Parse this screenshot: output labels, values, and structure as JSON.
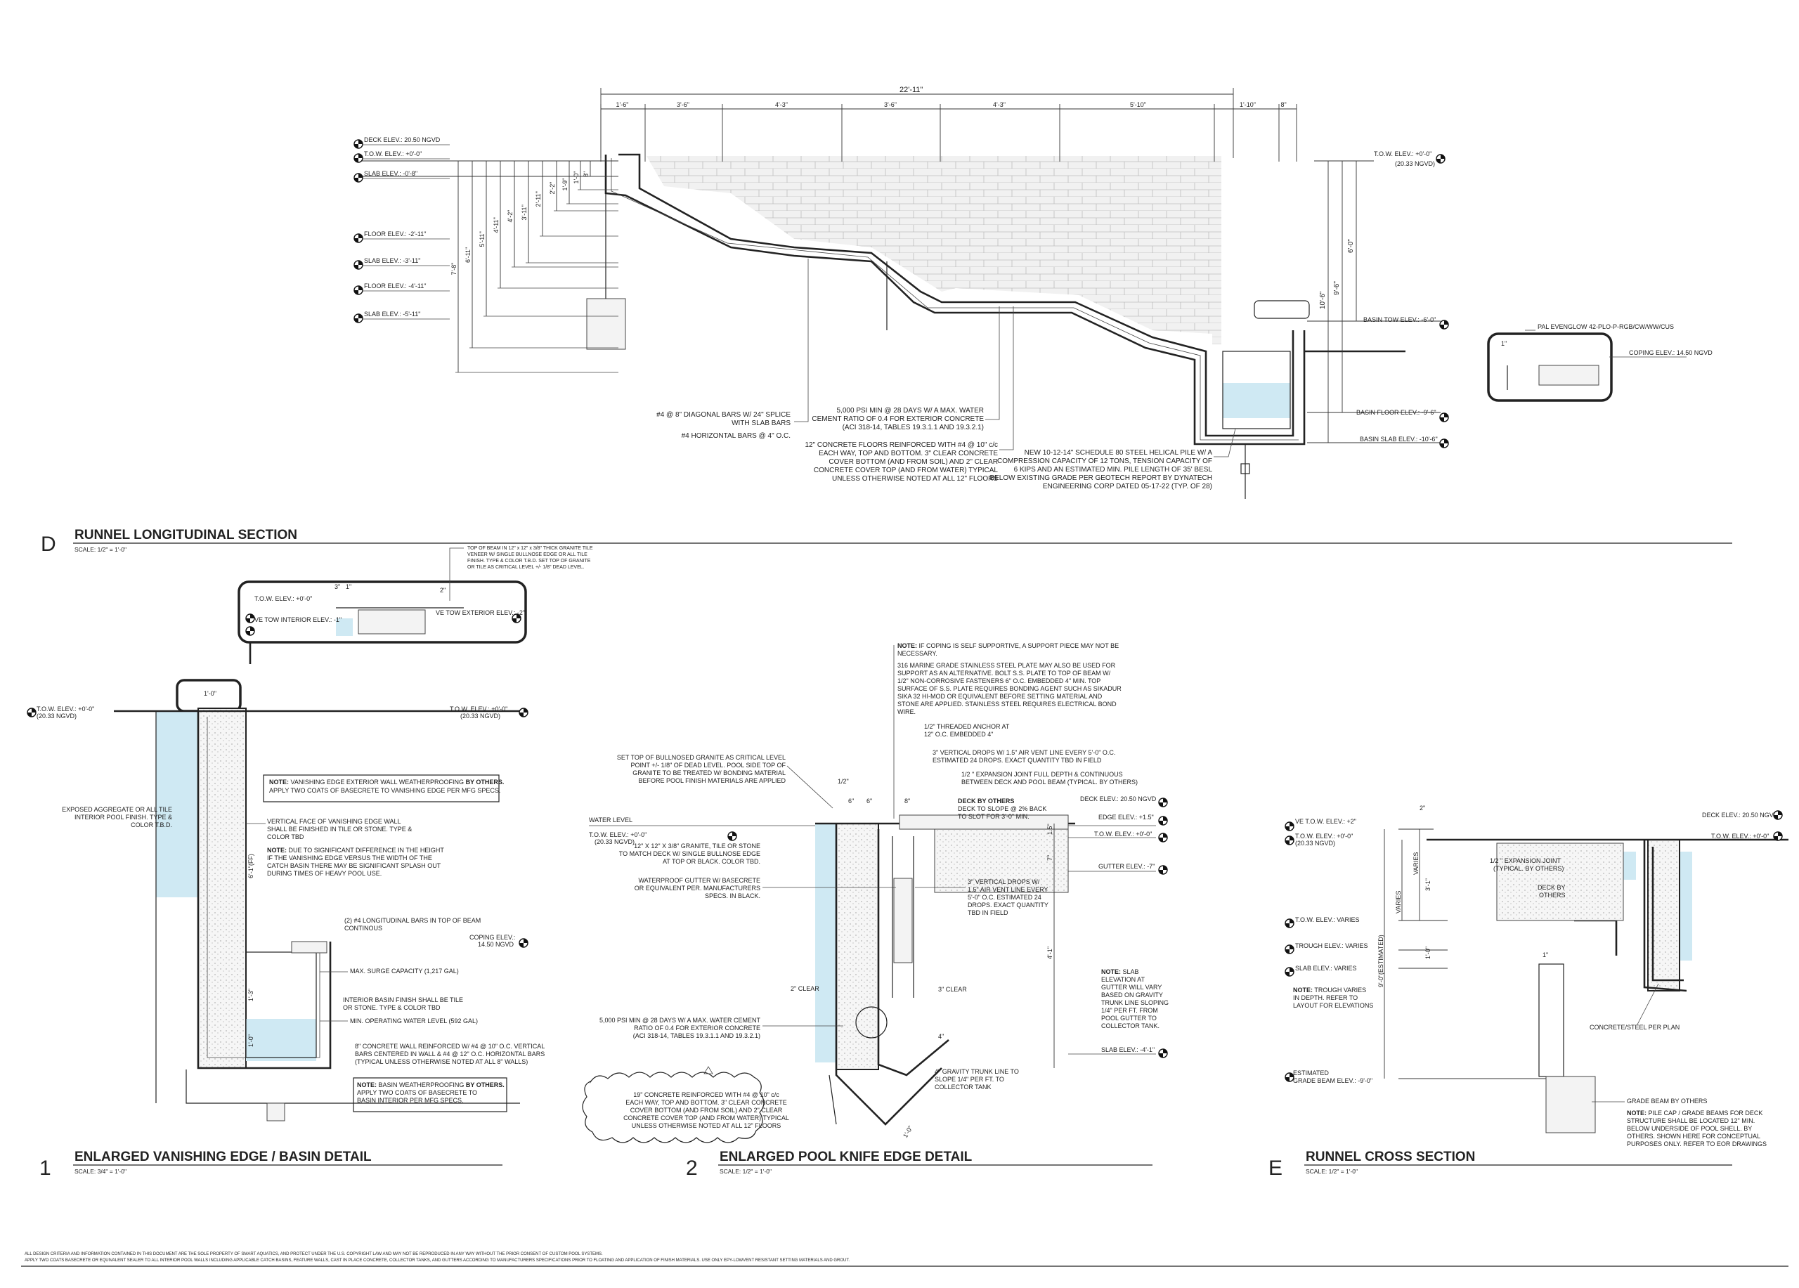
{
  "section_d": {
    "letter": "D",
    "title": "RUNNEL LONGITUDINAL SECTION",
    "scale": "SCALE: 1/2\" = 1'-0\"",
    "overall_dim": "22'-11\"",
    "top_dims": [
      "1'-6\"",
      "3'-6\"",
      "4'-3\"",
      "3'-6\"",
      "4'-3\"",
      "5'-10\"",
      "1'-10\"",
      "8\""
    ],
    "left_elevations": [
      "DECK ELEV.: 20.50 NGVD",
      "T.O.W. ELEV.: +0'-0\"",
      "SLAB ELEV.: -0'-8\"",
      "FLOOR ELEV.: -2'-11\"",
      "SLAB ELEV.: -3'-11\"",
      "FLOOR ELEV.: -4'-11\"",
      "SLAB ELEV.: -5'-11\""
    ],
    "left_vdims": [
      "7'-8\"",
      "6'-11\"",
      "5'-11\"",
      "4'-11\"",
      "4'-2\"",
      "3'-11\"",
      "2'-11\"",
      "2'-2\"",
      "1'-9\"",
      "1'-0\"",
      "8\""
    ],
    "right_elevations": [
      "T.O.W. ELEV.: +0'-0\"",
      "(20.33 NGVD)",
      "BASIN TOW ELEV.: -6'-0\"",
      "BASIN FLOOR ELEV.: -9'-6\"",
      "BASIN SLAB ELEV.: -10'-6\""
    ],
    "right_vdims": [
      "6'-0\"",
      "9'-6\"",
      "10'-6\""
    ],
    "fixture_label": "PAL EVENGLOW 42-PLO-P-RGB/CW/WW/CUS",
    "fixture_elev": "COPING ELEV.: 14.50 NGVD",
    "fixture_dim": "1\"",
    "notes": {
      "diag_bars": [
        "#4 @ 8\" DIAGONAL BARS W/ 24\" SPLICE",
        "WITH SLAB BARS"
      ],
      "horiz_bars": "#4 HORIZONTAL BARS @ 4\" O.C.",
      "psi": [
        "5,000 PSI MIN @ 28 DAYS W/ A MAX. WATER",
        "CEMENT RATIO OF 0.4 FOR EXTERIOR CONCRETE",
        "(ACI 318-14, TABLES 19.3.1.1 AND 19.3.2.1)"
      ],
      "floors": [
        "12\" CONCRETE FLOORS REINFORCED WITH #4 @ 10\" c/c",
        "EACH WAY, TOP AND BOTTOM. 3\" CLEAR CONCRETE",
        "COVER BOTTOM (AND FROM SOIL) AND 2\" CLEAR",
        "CONCRETE COVER TOP (AND FROM WATER) TYPICAL",
        "UNLESS OTHERWISE NOTED AT ALL 12\" FLOORS"
      ],
      "pile": [
        "NEW 10-12-14\" SCHEDULE 80 STEEL HELICAL PILE W/ A",
        "COMPRESSION CAPACITY OF 12 TONS, TENSION CAPACITY OF",
        "6 KIPS AND AN ESTIMATED MIN. PILE LENGTH OF 35' BESL",
        "BELOW EXISTING GRADE PER GEOTECH REPORT BY DYNATECH",
        "ENGINEERING CORP DATED 05-17-22 (TYP. OF 28)"
      ]
    }
  },
  "detail_1": {
    "number": "1",
    "title": "ENLARGED VANISHING EDGE / BASIN DETAIL",
    "scale": "SCALE: 3/4\" = 1'-0\"",
    "beam_dim": "1'-0\"",
    "inset": {
      "tow_label": "T.O.W. ELEV.: +0'-0\"",
      "ve_interior": "VE TOW INTERIOR ELEV.: -1\"",
      "ve_exterior": "VE TOW EXTERIOR ELEV.: -2\"",
      "dims": [
        "3\"",
        "1\"",
        "2\""
      ],
      "note": [
        "TOP OF BEAM IN 12\" x 12\" x 3/8\" THICK GRANITE TILE",
        "VENEER W/ SINGLE BULLNOSE EDGE OR ALL TILE",
        "FINISH. TYPE & COLOR T.B.D. SET TOP OF GRANITE",
        "OR TILE AS CRITICAL LEVEL +/- 1/8\" DEAD LEVEL."
      ]
    },
    "tow_left": [
      "T.O.W. ELEV.: +0'-0\"",
      "(20.33 NGVD)"
    ],
    "tow_right": [
      "T.O.W. ELEV.: +0'-0\"",
      "(20.33 NGVD)"
    ],
    "weatherproof_note": {
      "bold": "NOTE:",
      "boldtail": "BY OTHERS.",
      "text": [
        "VANISHING EDGE EXTERIOR WALL WEATHERPROOFING",
        "APPLY TWO COATS OF BASECRETE TO VANISHING EDGE PER MFG SPECS."
      ]
    },
    "exposed_agg": [
      "EXPOSED AGGREGATE OR ALL TILE",
      "INTERIOR POOL FINISH. TYPE &",
      "COLOR T.B.D."
    ],
    "vertical_face": [
      "VERTICAL FACE OF VANISHING EDGE WALL",
      "SHALL BE FINISHED IN TILE OR STONE. TYPE &",
      "COLOR TBD"
    ],
    "height_note": {
      "bold": "NOTE:",
      "text": [
        "DUE TO SIGNIFICANT DIFFERENCE IN THE HEIGHT",
        "IF THE VANISHING EDGE VERSUS THE WIDTH OF THE",
        "CATCH BASIN THERE MAY BE SIGNIFICANT SPLASH OUT",
        "DURING TIMES OF HEAVY POOL USE."
      ]
    },
    "vdims": [
      "6'-1\"(FF)",
      "1'-3\"",
      "1'-0\""
    ],
    "long_bars": [
      "(2) #4 LONGITUDINAL BARS IN TOP OF BEAM",
      "CONTINOUS"
    ],
    "coping": [
      "COPING ELEV.:",
      "14.50 NGVD"
    ],
    "surge": "MAX. SURGE CAPACITY (1,217 GAL)",
    "basin_finish": [
      "INTERIOR BASIN FINISH SHALL BE TILE",
      "OR STONE. TYPE & COLOR TBD"
    ],
    "min_water": "MIN. OPERATING WATER LEVEL (592 GAL)",
    "wall_note": [
      "8\" CONCRETE WALL REINFORCED W/ #4 @ 10\" O.C. VERTICAL",
      "BARS CENTERED IN WALL & #4 @ 12\" O.C. HORIZONTAL BARS",
      "(TYPICAL UNLESS OTHERWISE NOTED AT ALL 8\" WALLS)"
    ],
    "basin_note": {
      "bold": "NOTE:",
      "boldtail": "BY OTHERS.",
      "text": [
        "BASIN WEATHERPROOFING",
        "APPLY TWO COATS OF BASECRETE TO",
        "BASIN INTERIOR PER MFG SPECS."
      ]
    }
  },
  "detail_2": {
    "number": "2",
    "title": "ENLARGED POOL KNIFE EDGE DETAIL",
    "scale": "SCALE: 1/2\" = 1'-0\"",
    "coping_note": {
      "bold": "NOTE:",
      "text": [
        "IF COPING IS SELF SUPPORTIVE, A SUPPORT PIECE MAY NOT BE",
        "NECESSARY."
      ]
    },
    "plate_note": [
      "316 MARINE GRADE STAINLESS STEEL PLATE MAY ALSO BE USED FOR",
      "SUPPORT AS AN ALTERNATIVE.  BOLT S.S. PLATE TO TOP OF BEAM W/",
      "1/2\" NON-CORROSIVE FASTENERS 6\" O.C. EMBEDDED 4\" MIN. TOP",
      "SURFACE OF S.S. PLATE REQUIRES BONDING AGENT SUCH AS SIKADUR",
      "SIKA 32 HI-MOD OR EQUIVALENT BEFORE SETTING MATERIAL AND",
      "STONE ARE APPLIED. STAINLESS STEEL REQUIRES ELECTRICAL BOND",
      "WIRE."
    ],
    "anchor": [
      "1/2\" THREADED ANCHOR AT",
      "12\" O.C. EMBEDDED 4\""
    ],
    "drops_top": [
      "3\" VERTICAL DROPS W/ 1.5\" AIR VENT LINE EVERY 5'-0\" O.C.",
      "ESTIMATED 24 DROPS. EXACT QUANTITY TBD IN FIELD"
    ],
    "granite_crit": [
      "SET TOP OF BULLNOSED GRANITE AS CRITICAL LEVEL",
      "POINT +/- 1/8\" OF DEAD LEVEL. POOL SIDE TOP OF",
      "GRANITE TO BE TREATED W/ BONDING MATERIAL",
      "BEFORE POOL FINISH MATERIALS ARE APPLIED"
    ],
    "expansion": [
      "1/2 \" EXPANSION JOINT FULL DEPTH & CONTINUOUS",
      "BETWEEN DECK AND POOL BEAM (TYPICAL. BY OTHERS)"
    ],
    "deck_by": {
      "bold": "DECK BY OTHERS",
      "text": [
        "DECK TO SLOPE @ 2% BACK",
        "TO SLOT FOR 3'-0\" MIN."
      ]
    },
    "deck_elev": "DECK ELEV.: 20.50 NGVD",
    "edge_elev": "EDGE ELEV.: +1.5\"",
    "tow_elev": "T.O.W. ELEV.: +0'-0\"",
    "gutter_elev": "GUTTER ELEV.: -7\"",
    "water_level": "WATER LEVEL",
    "tow_left": [
      "T.O.W. ELEV.: +0'-0\"",
      "(20.33 NGVD)"
    ],
    "granite_tile": [
      "12\" X 12\" X 3/8\" GRANITE, TILE OR STONE",
      "TO MATCH DECK W/ SINGLE BULLNOSE EDGE",
      "AT TOP OR BLACK. COLOR TBD."
    ],
    "gutter": [
      "WATERPROOF GUTTER W/ BASECRETE",
      "OR EQUIVALENT PER. MANUFACTURERS",
      "SPECS. IN BLACK."
    ],
    "drops_mid": [
      "3\" VERTICAL DROPS W/",
      "1.5\" AIR VENT LINE EVERY",
      "5'-0\" O.C. ESTIMATED 24",
      "DROPS. EXACT QUANTITY",
      "TBD IN FIELD"
    ],
    "dims": [
      "1/2\"",
      "6\"",
      "6\"",
      "8\"",
      "1.5\"",
      "7\"",
      "4'-1\"",
      "2\" CLEAR",
      "3\" CLEAR",
      "4\"",
      "1'-0\""
    ],
    "psi": [
      "5,000 PSI MIN @ 28 DAYS W/ A MAX. WATER CEMENT",
      "RATIO OF 0.4 FOR EXTERIOR CONCRETE",
      "(ACI 318-14, TABLES 19.3.1.1 AND 19.3.2.1)"
    ],
    "slab_note": {
      "bold": "NOTE:",
      "text": [
        "SLAB",
        "ELEVATION AT",
        "GUTTER WILL VARY",
        "BASED ON GRAVITY",
        "TRUNK LINE SLOPING",
        "1/4\" PER FT. FROM",
        "POOL GUTTER TO",
        "COLLECTOR TANK."
      ]
    },
    "slab_elev": "SLAB ELEV.: -4'-1\"",
    "trunk": [
      "4\" GRAVITY TRUNK LINE TO",
      "SLOPE 1/4\" PER FT. TO",
      "COLLECTOR TANK"
    ],
    "floor_cloud": [
      "19\" CONCRETE REINFORCED WITH #4 @ 10\" c/c",
      "EACH WAY, TOP AND BOTTOM. 3\" CLEAR CONCRETE",
      "COVER BOTTOM (AND FROM SOIL) AND 2\" CLEAR",
      "CONCRETE COVER TOP (AND FROM WATER) TYPICAL",
      "UNLESS OTHERWISE NOTED AT ALL 12\" FLOORS"
    ]
  },
  "section_e": {
    "letter": "E",
    "title": "RUNNEL CROSS SECTION",
    "scale": "SCALE: 1/2\" = 1'-0\"",
    "ve_tow": "VE T.O.W. ELEV.: +2\"",
    "tow": [
      "T.O.W. ELEV.: +0'-0\"",
      "(20.33 NGVD)"
    ],
    "deck_elev": "DECK ELEV.: 20.50 NGVD",
    "tow_right": "T.O.W. ELEV.: +0'-0\"",
    "expansion": [
      "1/2 \" EXPANSION JOINT",
      "(TYPICAL. BY OTHERS)"
    ],
    "deck_by": [
      "DECK BY",
      "OTHERS"
    ],
    "elevs": [
      "T.O.W. ELEV.: VARIES",
      "TROUGH ELEV.: VARIES",
      "SLAB ELEV.: VARIES"
    ],
    "trough_note": {
      "bold": "NOTE:",
      "text": [
        "TROUGH VARIES",
        "IN DEPTH. REFER TO",
        "LAYOUT FOR ELEVATIONS"
      ]
    },
    "dims": [
      "VARIES",
      "VARIES",
      "3'-1\"",
      "1'-0\"",
      "9'-0\"(ESTIMATED)",
      "1\"",
      "2\""
    ],
    "concrete_steel": "CONCRETE/STEEL PER PLAN",
    "grade_beam_elev": [
      "ESTIMATED",
      "GRADE BEAM ELEV.: -9'-0\""
    ],
    "grade_beam": "GRADE BEAM BY OTHERS",
    "pile_note": {
      "bold": "NOTE:",
      "text": [
        "PILE CAP / GRADE BEAMS FOR DECK",
        "STRUCTURE SHALL BE LOCATED 12\" MIN.",
        "BELOW UNDERSIDE OF POOL SHELL. BY",
        "OTHERS. SHOWN HERE FOR CONCEPTUAL",
        "PURPOSES ONLY. REFER TO EOR DRAWINGS"
      ]
    }
  },
  "footer": {
    "line1": "ALL DESIGN CRITERIA AND INFORMATION CONTAINED IN THIS DOCUMENT ARE THE SOLE PROPERTY OF SMART AQUATICS, AND PROTECT UNDER THE U.S. COPYRIGHT LAW AND MAY NOT BE REPRODUCED IN ANY WAY WITHOUT THE PRIOR CONSENT OF CUSTOM POOL SYSTEMS.",
    "line2": "APPLY TWO COATS BASECRETE OR EQUIVALENT SEALER TO ALL INTERIOR POOL WALLS INCLUDING APPLICABLE CATCH BASINS, FEATURE WALLS, CAST IN PLACE CONCRETE, COLLECTOR TANKS, AND GUTTERS ACCORDING TO MANUFACTURERS SPECIFICATIONS PRIOR TO FLOATING AND APPLICATION OF FINISH MATERIALS. USE ONLY EPY-LOWVENT RESISTANT SETTING MATERIALS AND GROUT."
  },
  "colors": {
    "water": "#cfe9f3",
    "line": "#222222",
    "concrete": "#f3f3f3"
  }
}
